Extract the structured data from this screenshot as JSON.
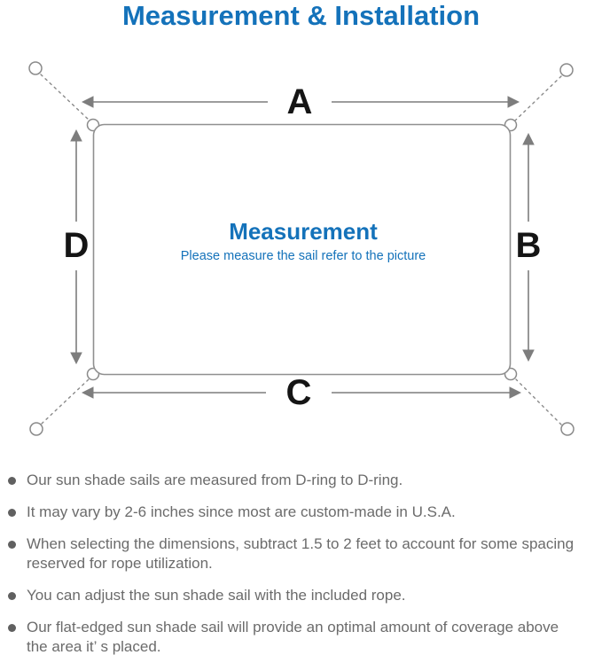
{
  "title": "Measurement & Installation",
  "colors": {
    "accent": "#1472ba",
    "line": "#8a8a8a",
    "arrow": "#7d7d7d",
    "label": "#151515",
    "note_text": "#6b6b6b",
    "bullet": "#606060"
  },
  "diagram": {
    "side_labels": {
      "top": "A",
      "right": "B",
      "bottom": "C",
      "left": "D"
    },
    "center_title": "Measurement",
    "center_subtitle": "Please measure the sail refer to the picture"
  },
  "notes": [
    {
      "lines": [
        "Our sun shade sails are measured from D-ring to D-ring."
      ]
    },
    {
      "lines": [
        "It may vary by 2-6 inches since most are custom-made in U.S.A."
      ]
    },
    {
      "lines": [
        "When selecting the dimensions, subtract 1.5 to 2 feet to account for some spacing",
        "reserved for rope utilization."
      ]
    },
    {
      "lines": [
        "You can adjust the sun shade sail with the included rope."
      ]
    },
    {
      "lines": [
        "Our flat-edged sun shade sail will provide an optimal amount of coverage above",
        "the area it’ s placed."
      ]
    }
  ]
}
